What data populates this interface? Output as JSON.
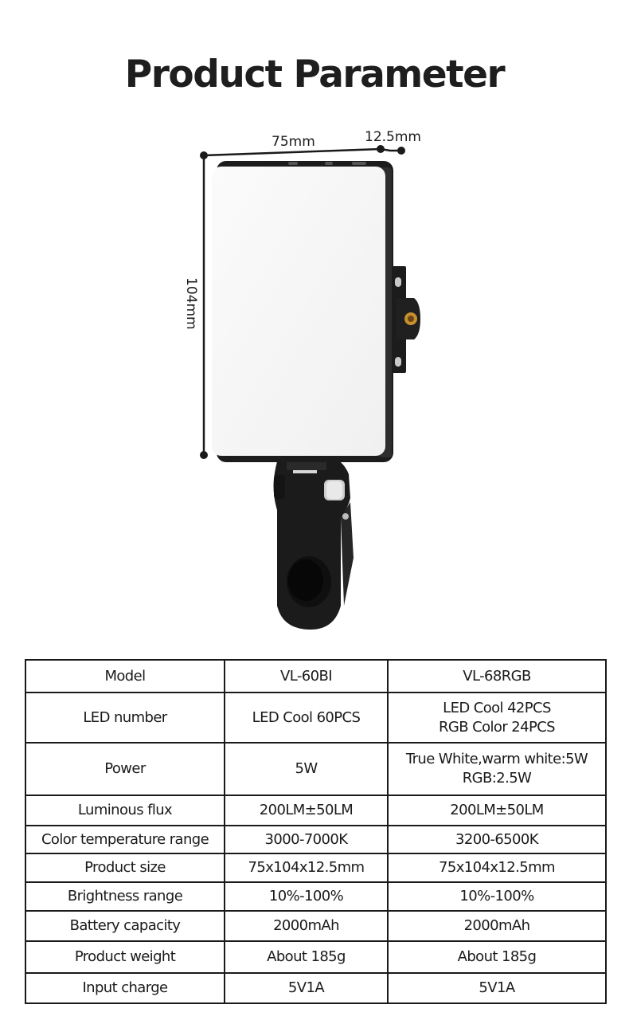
{
  "title": "Product Parameter",
  "diagram": {
    "product_icon": "led-fill-light-with-phone-clip",
    "dimensions": {
      "width": "75mm",
      "depth": "12.5mm",
      "height": "104mm"
    },
    "colors": {
      "panel": "#f7f7f7",
      "body": "#1c1c1c",
      "brass_insert": "#c8902e",
      "dimension_line": "#1a1a1a"
    }
  },
  "spec_table": {
    "columns": [
      "Model",
      "VL-60BI",
      "VL-68RGB"
    ],
    "rows": [
      {
        "label": "LED number",
        "vl60bi": [
          "LED Cool 60PCS"
        ],
        "vl68rgb": [
          "LED Cool 42PCS",
          "RGB Color 24PCS"
        ]
      },
      {
        "label": "Power",
        "vl60bi": [
          "5W"
        ],
        "vl68rgb": [
          "True White,warm white:5W",
          "RGB:2.5W"
        ]
      },
      {
        "label": "Luminous flux",
        "vl60bi": [
          "200LM±50LM"
        ],
        "vl68rgb": [
          "200LM±50LM"
        ]
      },
      {
        "label": "Color temperature range",
        "vl60bi": [
          "3000-7000K"
        ],
        "vl68rgb": [
          "3200-6500K"
        ]
      },
      {
        "label": "Product size",
        "vl60bi": [
          "75x104x12.5mm"
        ],
        "vl68rgb": [
          "75x104x12.5mm"
        ]
      },
      {
        "label": "Brightness range",
        "vl60bi": [
          "10%-100%"
        ],
        "vl68rgb": [
          "10%-100%"
        ]
      },
      {
        "label": "Battery capacity",
        "vl60bi": [
          "2000mAh"
        ],
        "vl68rgb": [
          "2000mAh"
        ]
      },
      {
        "label": "Product weight",
        "vl60bi": [
          "About 185g"
        ],
        "vl68rgb": [
          "About 185g"
        ]
      },
      {
        "label": "Input charge",
        "vl60bi": [
          "5V1A"
        ],
        "vl68rgb": [
          "5V1A"
        ]
      }
    ]
  }
}
